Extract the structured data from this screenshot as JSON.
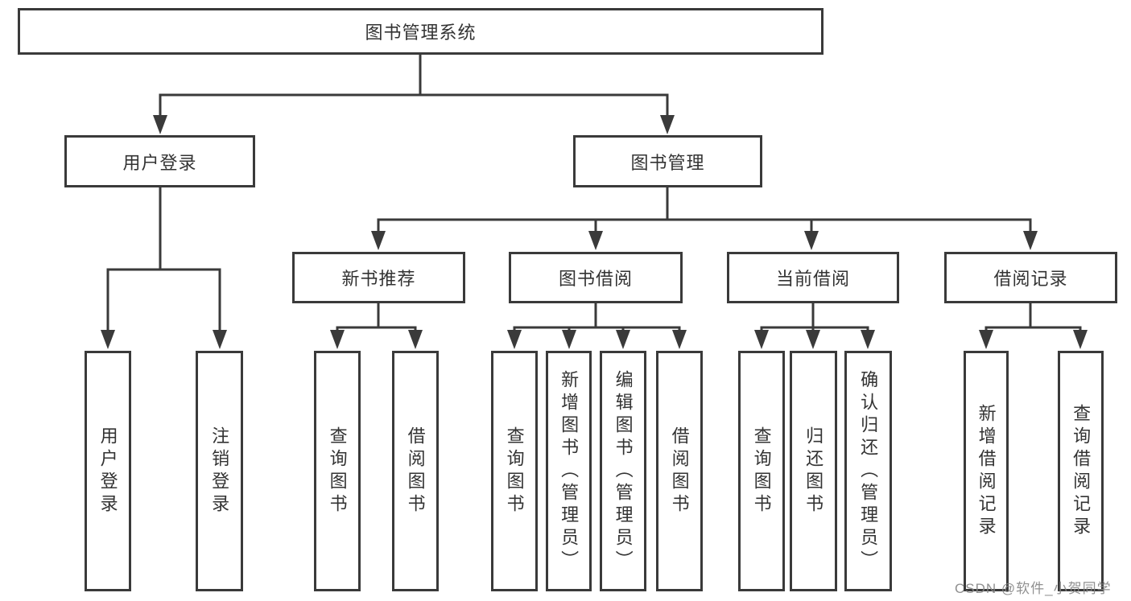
{
  "diagram_type": "hierarchy-chart",
  "colors": {
    "line": "#3a3a3a",
    "box_border": "#3a3a3a",
    "box_fill": "#ffffff",
    "text": "#333333",
    "background": "#ffffff",
    "watermark": "#878787"
  },
  "watermark": {
    "text": "CSDN @软件_小贺同学"
  },
  "tree": {
    "label": "图书管理系统",
    "children": [
      {
        "label": "用户登录",
        "children": [
          {
            "label": "用户登录"
          },
          {
            "label": "注销登录"
          }
        ]
      },
      {
        "label": "图书管理",
        "children": [
          {
            "label": "新书推荐",
            "children": [
              {
                "label": "查询图书"
              },
              {
                "label": "借阅图书"
              }
            ]
          },
          {
            "label": "图书借阅",
            "children": [
              {
                "label": "查询图书"
              },
              {
                "label": "新增图书（管理员）"
              },
              {
                "label": "编辑图书（管理员）"
              },
              {
                "label": "借阅图书"
              }
            ]
          },
          {
            "label": "当前借阅",
            "children": [
              {
                "label": "查询图书"
              },
              {
                "label": "归还图书"
              },
              {
                "label": "确认归还（管理员）"
              }
            ]
          },
          {
            "label": "借阅记录",
            "children": [
              {
                "label": "新增借阅记录"
              },
              {
                "label": "查询借阅记录"
              }
            ]
          }
        ]
      }
    ]
  }
}
